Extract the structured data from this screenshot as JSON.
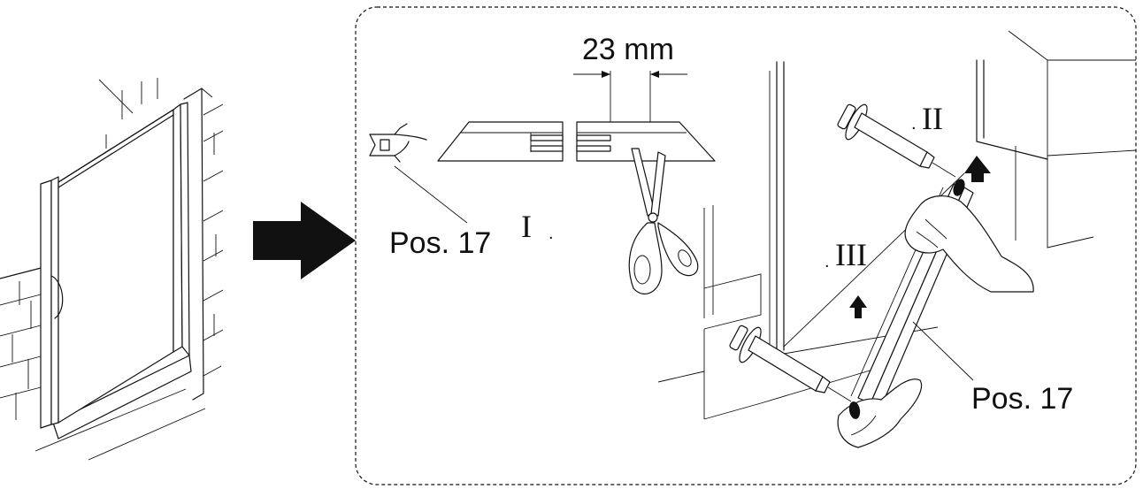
{
  "labels": {
    "dimension": "23 mm",
    "pos_left": "Pos. 17",
    "pos_right": "Pos. 17",
    "step_1": "I",
    "step_2": "II",
    "step_3": "III",
    "step_dot": "."
  },
  "colors": {
    "ink": "#111111",
    "background": "#ffffff",
    "arrow": "#000000"
  },
  "icons": {
    "transition": "arrow-right-icon",
    "tool": "scissors-icon",
    "sealant": "silicone-gun-icon"
  }
}
